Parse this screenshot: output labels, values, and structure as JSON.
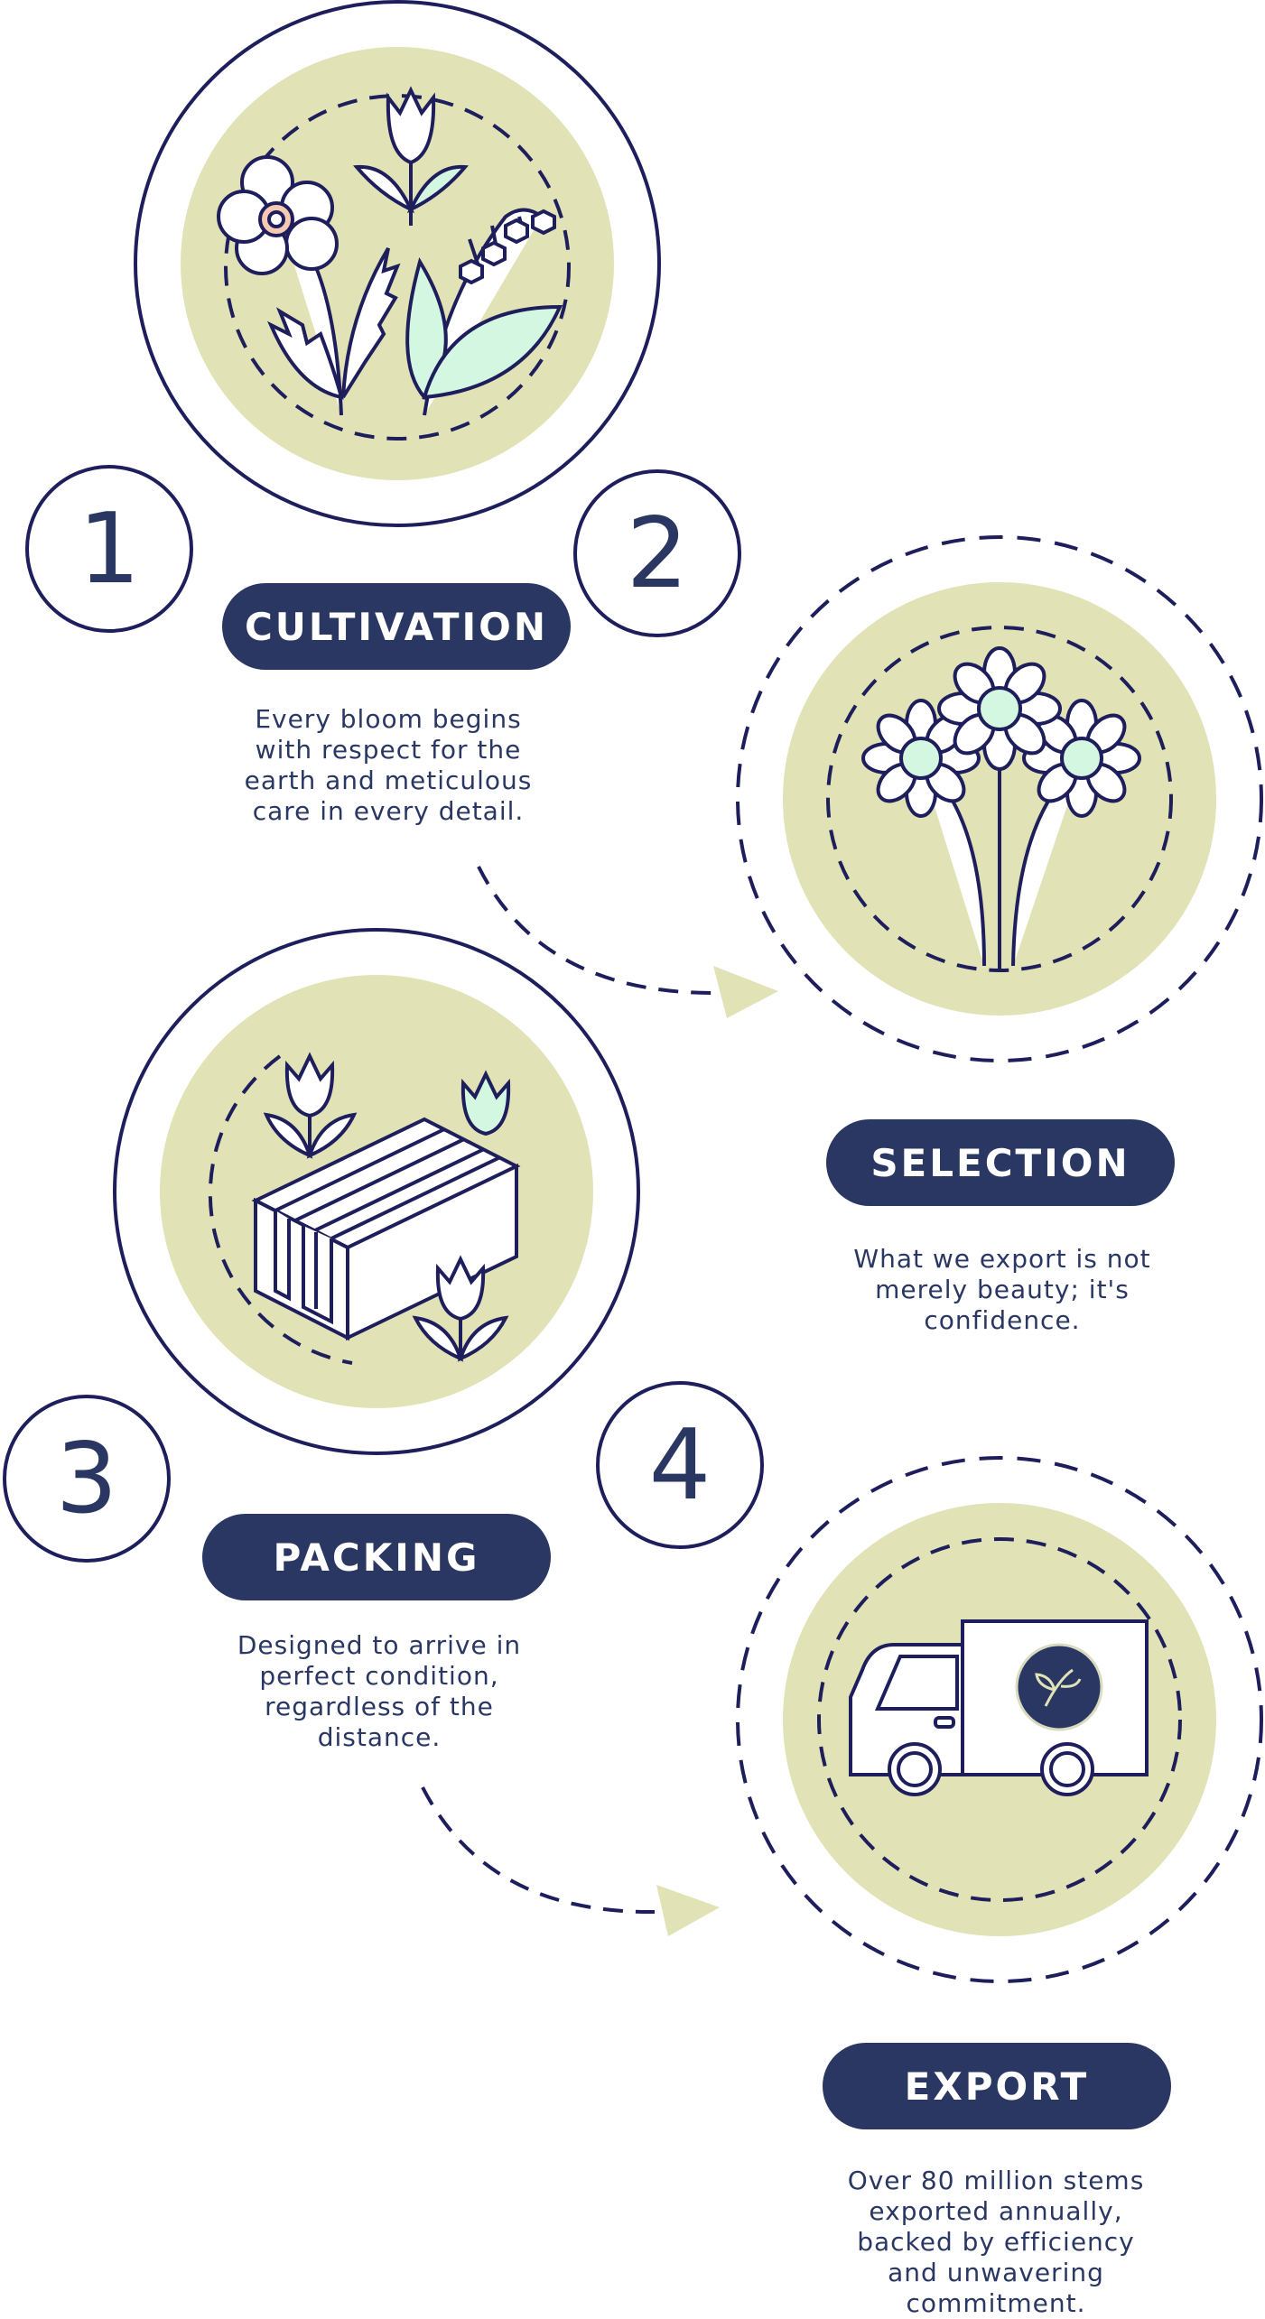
{
  "steps": [
    {
      "number": "1",
      "title": "CULTIVATION",
      "text": "Every bloom begins with respect for the earth and meticulous care in every detail."
    },
    {
      "number": "2",
      "title": "SELECTION",
      "text": "What we export is not merely beauty; it's confidence."
    },
    {
      "number": "3",
      "title": "PACKING",
      "text": "Designed to arrive in perfect condition, regardless of the distance."
    },
    {
      "number": "4",
      "title": "EXPORT",
      "text": "Over 80 million stems exported annually, backed by efficiency and unwavering commitment."
    }
  ],
  "colors": {
    "navy": "#2a3763",
    "line": "#1e1e5c",
    "olive": "#e1e3b7",
    "mint": "#d4f7e1"
  }
}
